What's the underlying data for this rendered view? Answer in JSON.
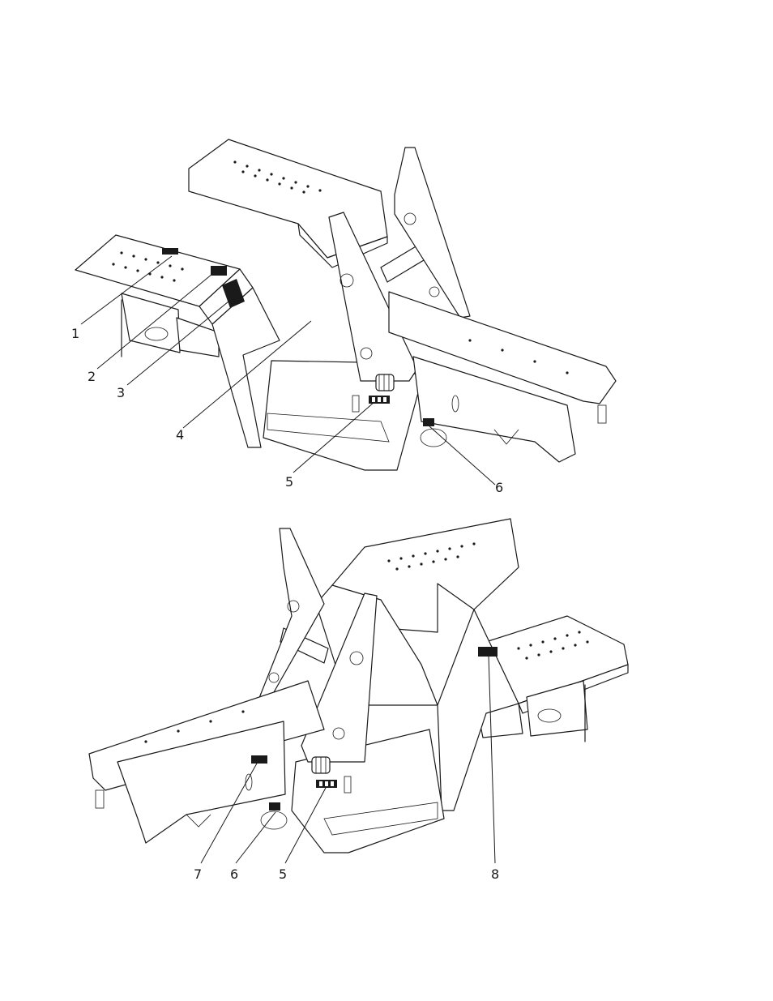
{
  "callouts_top": [
    "1",
    "2",
    "3",
    "4",
    "5",
    "6"
  ],
  "callouts_bottom": [
    "7",
    "6",
    "5",
    "8"
  ],
  "colors": {
    "line": "#1a1a1a",
    "background": "#ffffff"
  }
}
